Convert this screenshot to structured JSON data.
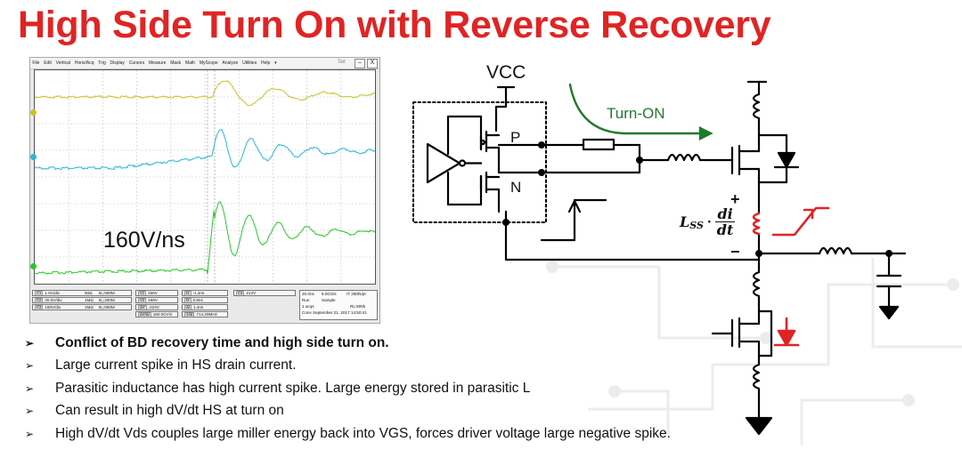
{
  "slide": {
    "title": "High Side Turn On with Reverse Recovery",
    "title_color": "#e02424"
  },
  "scope": {
    "menu": [
      "File",
      "Edit",
      "Vertical",
      "Horiz/Acq",
      "Trig",
      "Display",
      "Cursors",
      "Measure",
      "Mask",
      "Math",
      "MyScope",
      "Analyze",
      "Utilities",
      "Help"
    ],
    "brand": "Tek",
    "minimize_glyph": "–",
    "close_glyph": "X",
    "dropdown_glyph": "▾",
    "annotation": "160V/ns",
    "trace_colors": {
      "ch1": "#c9c225",
      "ch2": "#2bb6d6",
      "ch3": "#29c829"
    },
    "channels": [
      {
        "tag": "C1",
        "scale": "1.0A/div",
        "impedance": "50Ω",
        "bw": "B₃:500M"
      },
      {
        "tag": "C2",
        "scale": "20.0V/div",
        "impedance": "1MΩ",
        "bw": "B₃:200M"
      },
      {
        "tag": "C3",
        "scale": "160V/div",
        "impedance": "1MΩ",
        "bw": "B₃:500M"
      }
    ],
    "cursors": {
      "v1": "336V",
      "v2": "168V",
      "dv": "-224V",
      "dvdt": "160.0GV/s",
      "t1": "-1.2ns",
      "t2": "0.8ns",
      "dt": "1.4ns",
      "f": "714.29MHz"
    },
    "trigger": {
      "tag": "C4",
      "level": "212V"
    },
    "acq": {
      "timebase": "20.0ns",
      "sample_rate": "5.0GS/s",
      "it": "IT  250fs/pt",
      "mode": "Run",
      "sample": "Sample",
      "acqs": "1 acqs",
      "rl": "RL:800k",
      "date": "Conv  September 21, 2017   14:50:41"
    }
  },
  "schematic": {
    "vcc": "VCC",
    "p": "P",
    "n": "N",
    "turn_on": "Turn-ON",
    "plus": "+",
    "minus": "−",
    "lss_main": "L",
    "lss_sub": "SS",
    "dot": "·",
    "di": "di",
    "dt": "dt",
    "colors": {
      "wire": "#000000",
      "accent": "#e02424",
      "turn_on": "#1f7a2b"
    }
  },
  "bullets": [
    {
      "text": "Conflict of BD recovery time and high side turn on.",
      "bold": true
    },
    {
      "text": "Large current spike in HS drain current.",
      "bold": false
    },
    {
      "text": "Parasitic inductance has high current spike. Large energy stored in parasitic L",
      "bold": false
    },
    {
      "text": "Can result in high dV/dt HS at turn on",
      "bold": false
    },
    {
      "text": "High dV/dt Vds couples large miller energy back into VGS, forces driver voltage large negative spike.",
      "bold": false
    }
  ],
  "bullet_glyph": "➢"
}
